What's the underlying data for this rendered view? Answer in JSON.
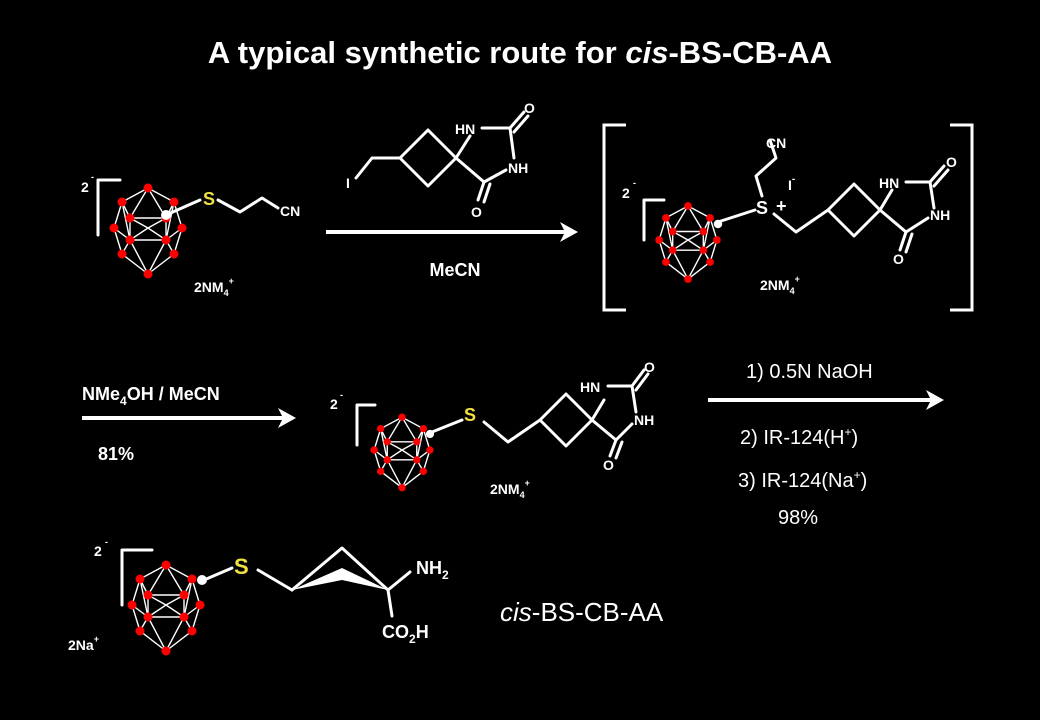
{
  "title": {
    "prefix": "A typical synthetic route for ",
    "italic": "cis",
    "suffix": "-BS-CB-AA"
  },
  "atoms": {
    "S": "S",
    "CN": "CN",
    "I": "I",
    "O": "O",
    "HN": "HN",
    "NH": "NH",
    "NH2_main": "NH",
    "NH2_sub": "2",
    "CO2H_a": "CO",
    "CO2H_sub": "2",
    "CO2H_b": "H",
    "I_minus": "I",
    "plus": "+"
  },
  "charges": {
    "dianion": "2",
    "minus_sign": "-",
    "counter_ion_main": "2NM",
    "counter_ion_sub": "4",
    "counter_ion_sup": "+",
    "sodium_main": "2Na",
    "sodium_sup": "+"
  },
  "conditions": {
    "step1_reagent": "MeCN",
    "step2_reagent_main": "NMe",
    "step2_reagent_sub": "4",
    "step2_reagent_tail": "OH / MeCN",
    "step2_yield": "81%",
    "step3_line1": "1) 0.5N NaOH",
    "step3_line2_main": "2) IR-124(H",
    "step3_line2_sup": "+",
    "step3_line2_tail": ")",
    "step3_line3_main": "3) IR-124(Na",
    "step3_line3_sup": "+",
    "step3_line3_tail": ")",
    "step3_yield": "98%"
  },
  "product_name": {
    "italic": "cis",
    "suffix": "-BS-CB-AA"
  },
  "colors": {
    "background": "#000000",
    "foreground": "#ffffff",
    "boron_atom": "#ff0000",
    "sulfur": "#f0e040",
    "carbon_atom": "#ffffff"
  }
}
